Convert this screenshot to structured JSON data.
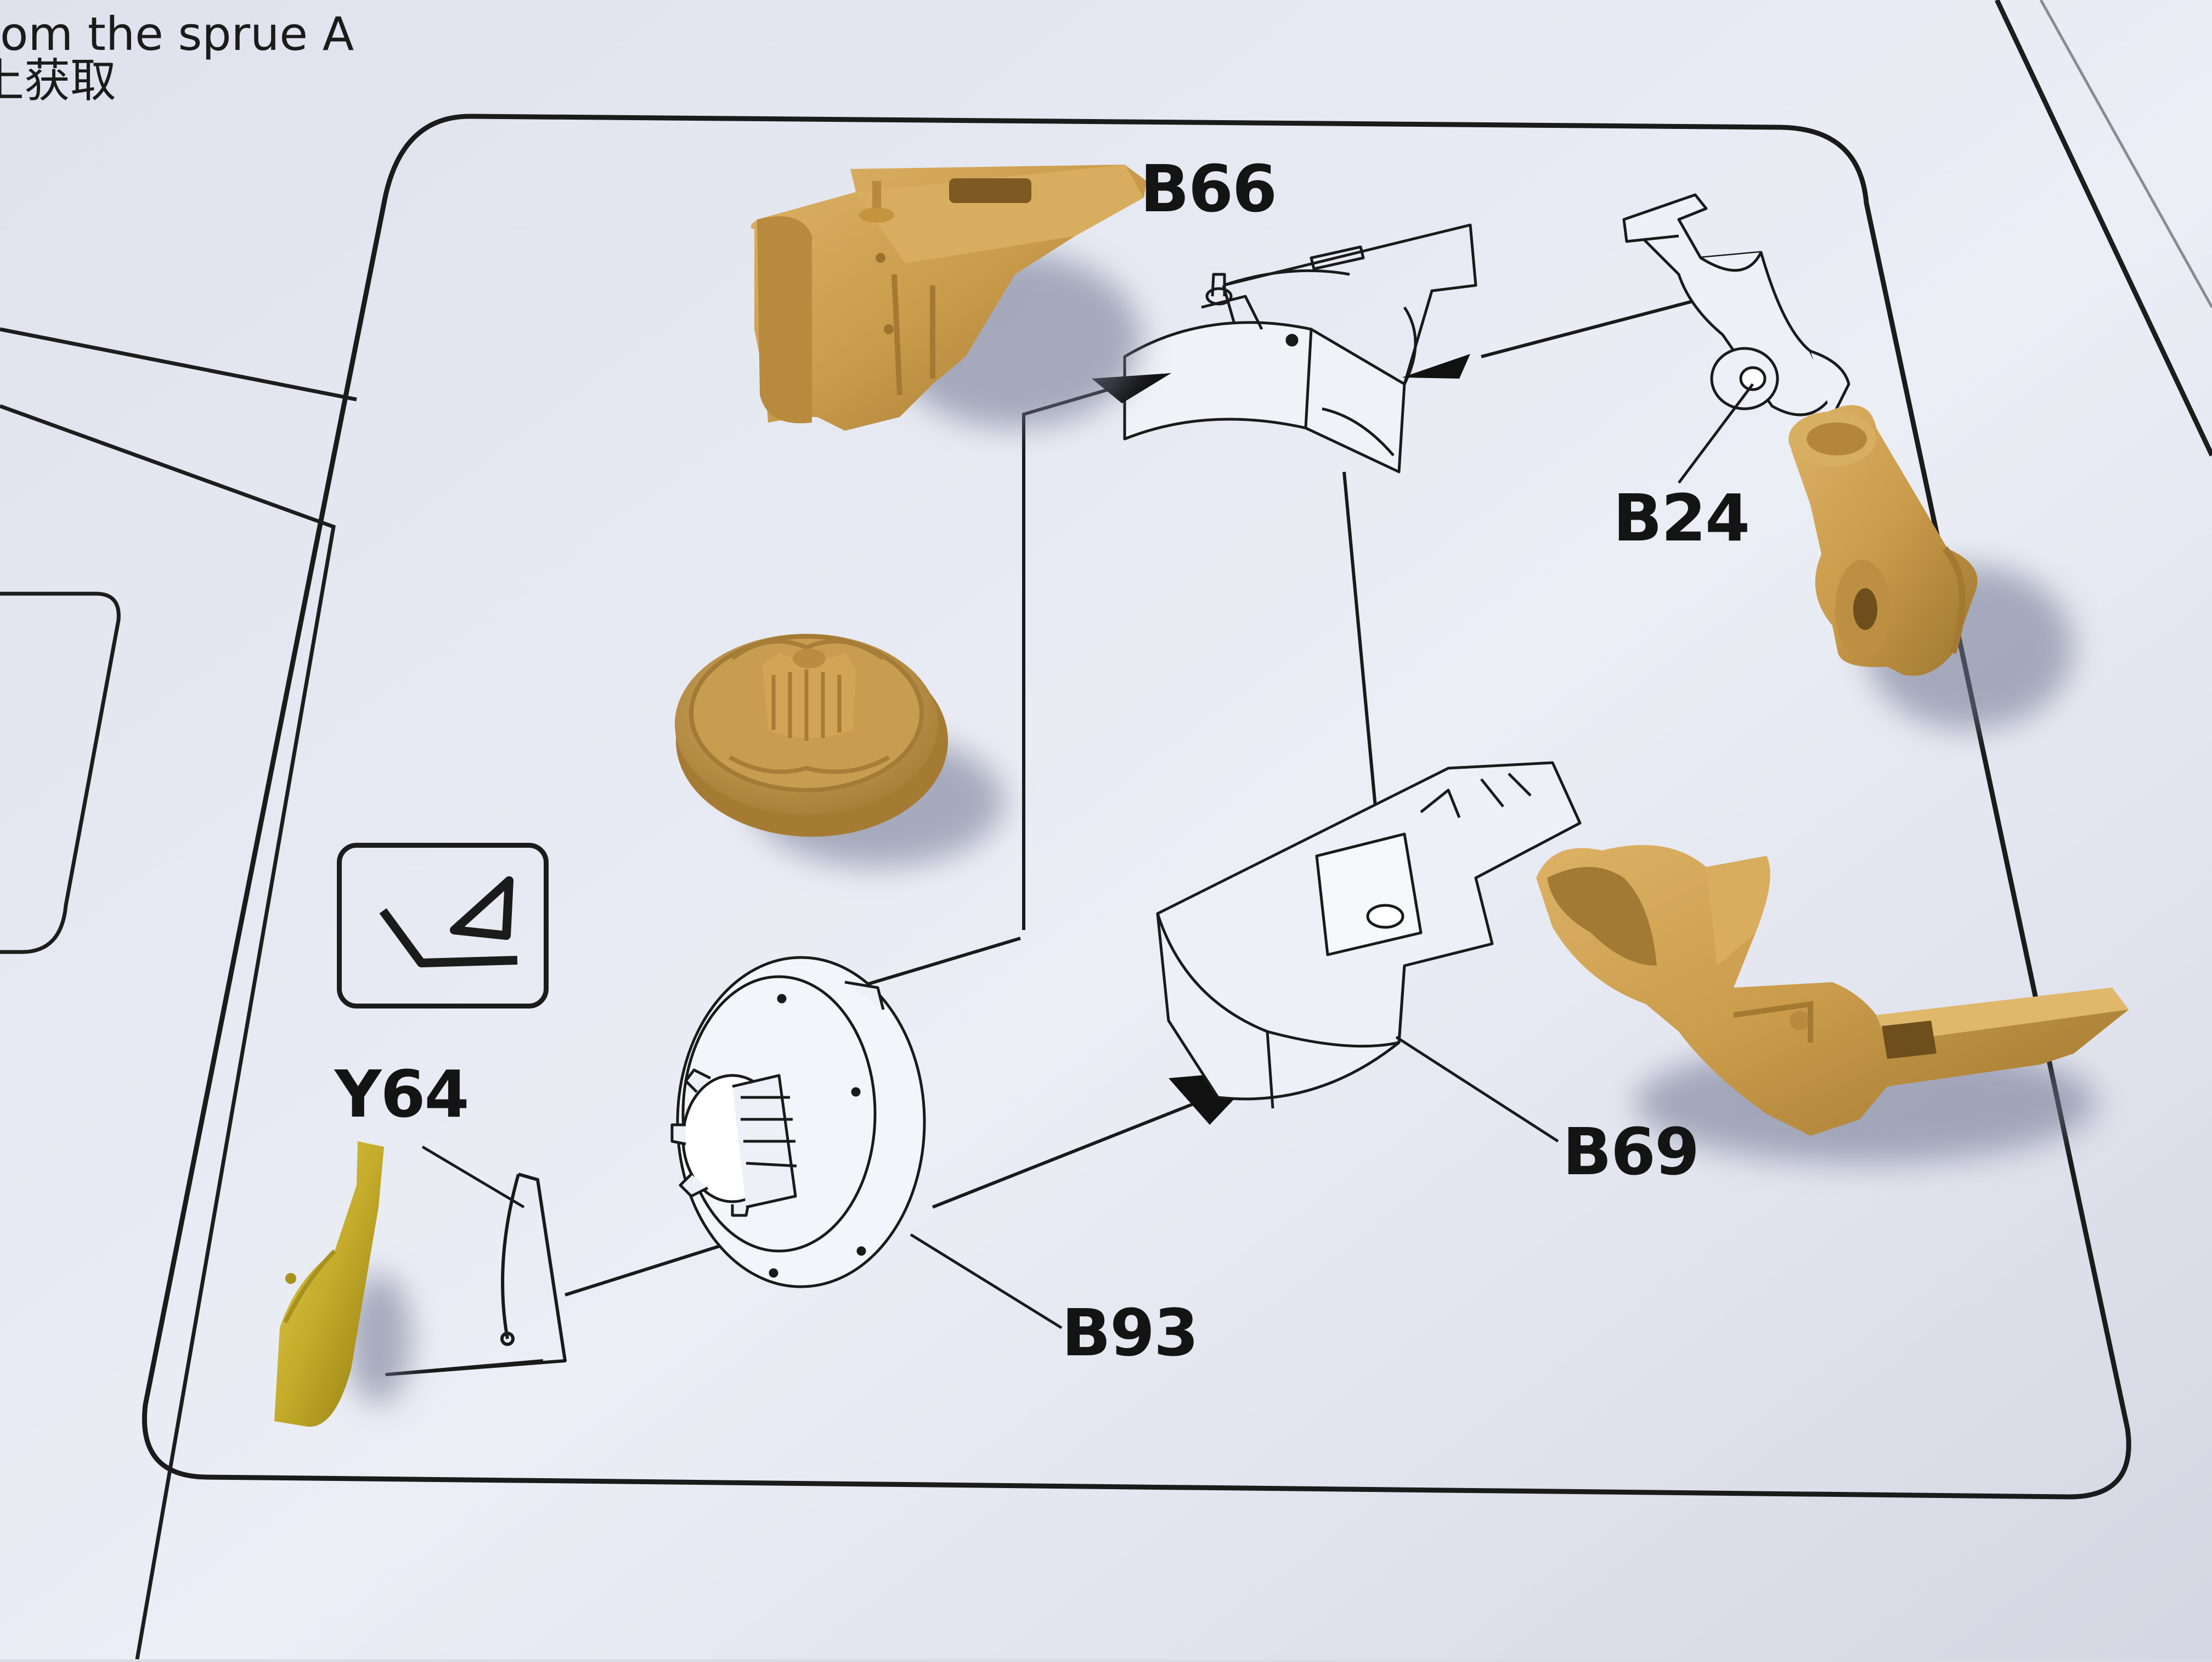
{
  "instructions_page": {
    "header_lines": [
      "om the sprue A",
      "上获取"
    ],
    "part_labels": {
      "b66": "B66",
      "b24": "B24",
      "b69": "B69",
      "b93": "B93",
      "y64": "Y64"
    },
    "colors": {
      "paper": "#e6e8f2",
      "ink": "#141414",
      "plastic_part": "#c99b4a",
      "photo_etch_brass": "#c9b22c",
      "shadow": "#6f748f"
    },
    "icon": "bend-part-icon"
  }
}
